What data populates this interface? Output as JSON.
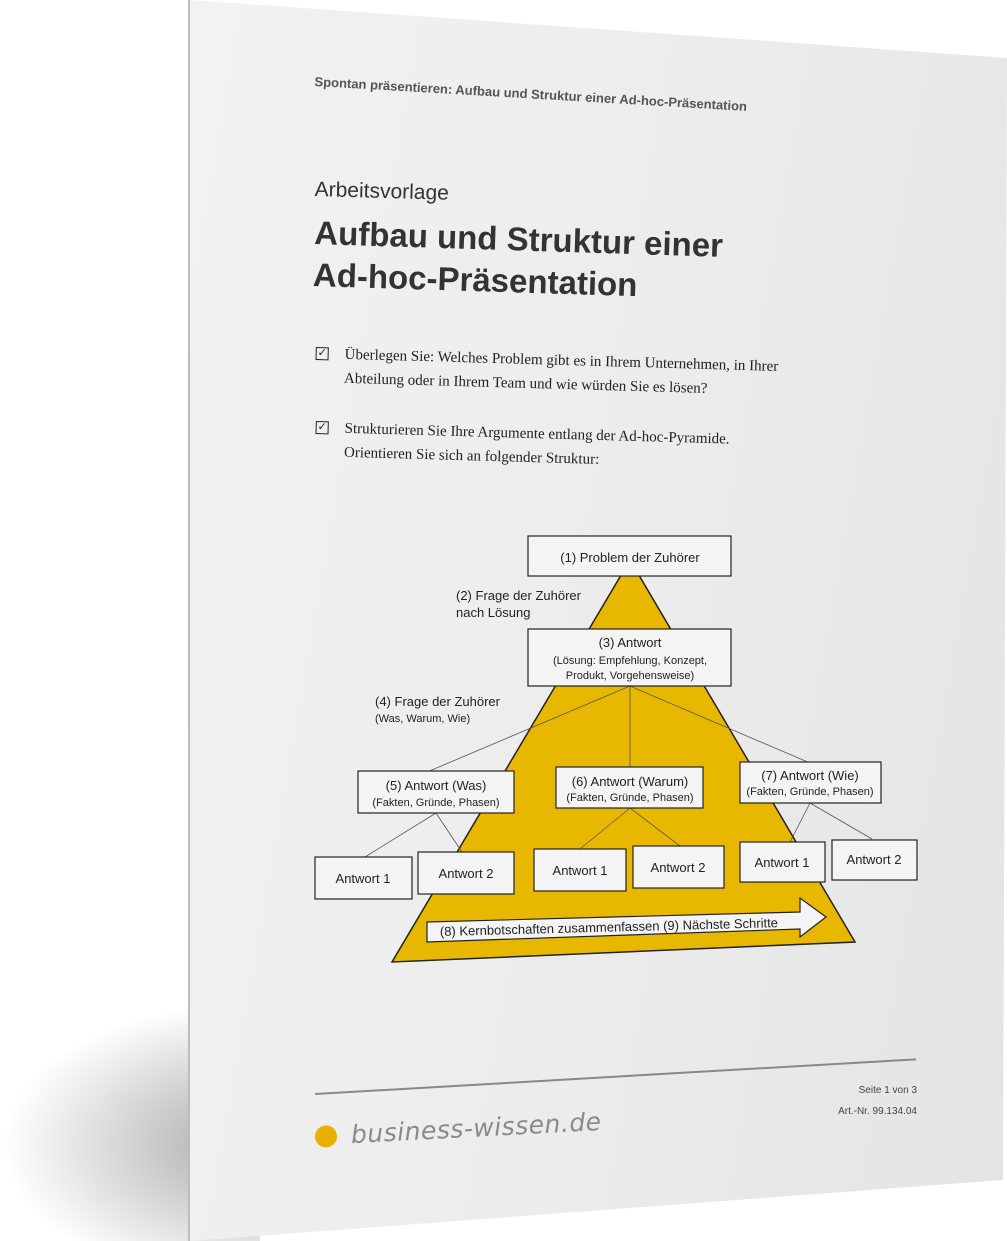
{
  "header": {
    "running_title": "Spontan präsentieren: Aufbau und Struktur einer Ad-hoc-Präsentation"
  },
  "doc": {
    "kicker": "Arbeitsvorlage",
    "title_line1": "Aufbau und Struktur einer",
    "title_line2": "Ad-hoc-Präsentation"
  },
  "checklist": [
    {
      "check": "☑",
      "line1": "Überlegen Sie: Welches Problem gibt es in Ihrem Unternehmen, in Ihrer",
      "line2": "Abteilung oder in Ihrem Team und wie würden Sie es lösen?"
    },
    {
      "check": "☑",
      "line1": "Strukturieren Sie Ihre Argumente entlang der Ad-hoc-Pyramide.",
      "line2": "Orientieren Sie sich an folgender Struktur:"
    }
  ],
  "pyramid": {
    "accent": "#e8b800",
    "box1": "(1) Problem der Zuhörer",
    "q2_line1": "(2) Frage der Zuhörer",
    "q2_line2": "nach Lösung",
    "box3_line1": "(3) Antwort",
    "box3_line2": "(Lösung: Empfehlung, Konzept,",
    "box3_line3": "Produkt, Vorgehensweise)",
    "q4_line1": "(4) Frage der Zuhörer",
    "q4_line2": "(Was, Warum, Wie)",
    "box5_line1": "(5) Antwort (Was)",
    "box6_line1": "(6) Antwort (Warum)",
    "box7_line1": "(7) Antwort (Wie)",
    "sub": "(Fakten, Gründe, Phasen)",
    "a1": "Antwort 1",
    "a2": "Antwort 2",
    "arrow": "(8) Kernbotschaften zusammenfassen (9) Nächste Schritte"
  },
  "footer": {
    "page": "Seite 1 von 3",
    "art": "Art.-Nr. 99.134.04",
    "brand": "business-wissen.de"
  }
}
